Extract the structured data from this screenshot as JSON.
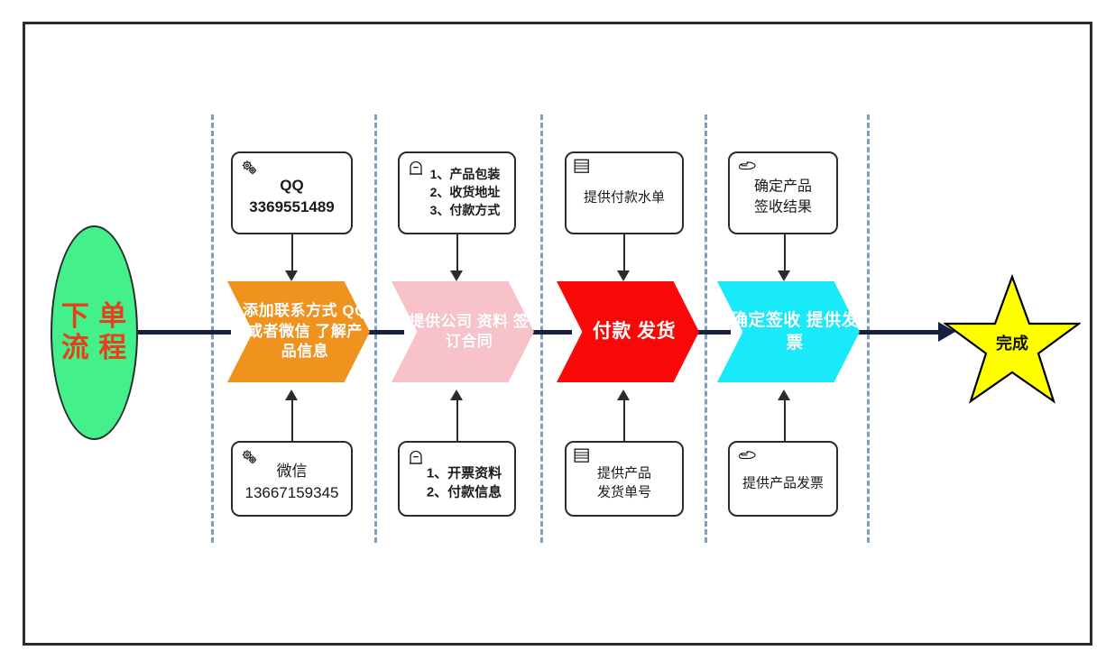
{
  "diagram": {
    "title_shape": {
      "name": "start-ellipse",
      "text": "下\n单\n流\n程",
      "fill": "#44f08a",
      "text_color": "#e8401c"
    },
    "end_shape": {
      "name": "completion-star",
      "label": "完成",
      "fill": "#ffff00",
      "stroke": "#000000"
    },
    "phases": [
      {
        "id": "phase-1",
        "chevron": {
          "lines": "添加联系方式\nQQ或者微信\n了解产品信息",
          "color": "#f0921e"
        },
        "top_note": {
          "icon": "gears-icon",
          "text": "QQ\n3369551489"
        },
        "bottom_note": {
          "icon": "gears-icon",
          "text": "微信\n13667159345"
        }
      },
      {
        "id": "phase-2",
        "chevron": {
          "lines": "提供公司\n资料\n签订合同",
          "color": "#f7c2c8"
        },
        "top_note": {
          "icon": "package-icon",
          "text": "1、产品包装\n2、收货地址\n3、付款方式"
        },
        "bottom_note": {
          "icon": "package-icon",
          "text": "1、开票资料\n2、付款信息"
        }
      },
      {
        "id": "phase-3",
        "chevron": {
          "lines": "付款\n发货",
          "color": "#fa0707"
        },
        "top_note": {
          "icon": "table-icon",
          "text": "提供付款水单"
        },
        "bottom_note": {
          "icon": "table-icon",
          "text": "提供产品\n发货单号"
        }
      },
      {
        "id": "phase-4",
        "chevron": {
          "lines": "确定签收\n提供发票",
          "color": "#19eafa"
        },
        "top_note": {
          "icon": "pointing-hand-icon",
          "text": "确定产品\n签收结果"
        },
        "bottom_note": {
          "icon": "pointing-hand-icon",
          "text": "提供产品发票"
        }
      }
    ],
    "colors": {
      "flow_line": "#16213f",
      "divider": "#7f9ec4",
      "frame": "#2b2b2b"
    }
  }
}
